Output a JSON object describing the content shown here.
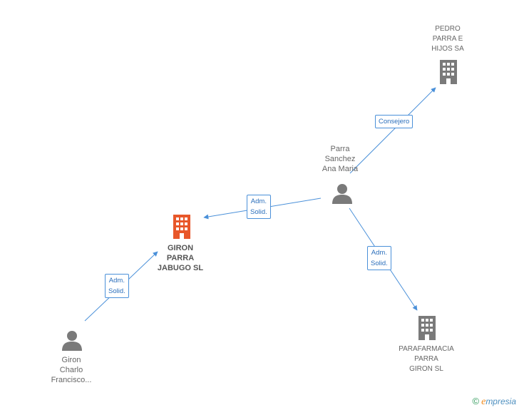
{
  "nodes": {
    "pedro": {
      "lines": [
        "PEDRO",
        "PARRA E",
        "HIJOS SA"
      ],
      "type": "company"
    },
    "parra": {
      "lines": [
        "Parra",
        "Sanchez",
        "Ana Maria"
      ],
      "type": "person"
    },
    "giron_sl": {
      "lines": [
        "GIRON",
        "PARRA",
        "JABUGO SL"
      ],
      "type": "company",
      "main": true
    },
    "parafarmacia": {
      "lines": [
        "PARAFARMACIA",
        "PARRA",
        "GIRON SL"
      ],
      "type": "company"
    },
    "giron_charlo": {
      "lines": [
        "Giron",
        "Charlo",
        "Francisco..."
      ],
      "type": "person"
    }
  },
  "edges": {
    "consejero": {
      "lines": [
        "Consejero"
      ],
      "from": "parra",
      "to": "pedro"
    },
    "adm1": {
      "lines": [
        "Adm.",
        "Solid."
      ],
      "from": "parra",
      "to": "giron_sl"
    },
    "adm2": {
      "lines": [
        "Adm.",
        "Solid."
      ],
      "from": "parra",
      "to": "parafarmacia"
    },
    "adm3": {
      "lines": [
        "Adm.",
        "Solid."
      ],
      "from": "giron_charlo",
      "to": "giron_sl"
    }
  },
  "colors": {
    "edge": "#4a90d9",
    "main_company": "#e8572a",
    "company": "#7a7a7a",
    "person": "#7a7a7a"
  },
  "brand": {
    "copyright": "©",
    "e": "e",
    "rest": "mpresia"
  }
}
